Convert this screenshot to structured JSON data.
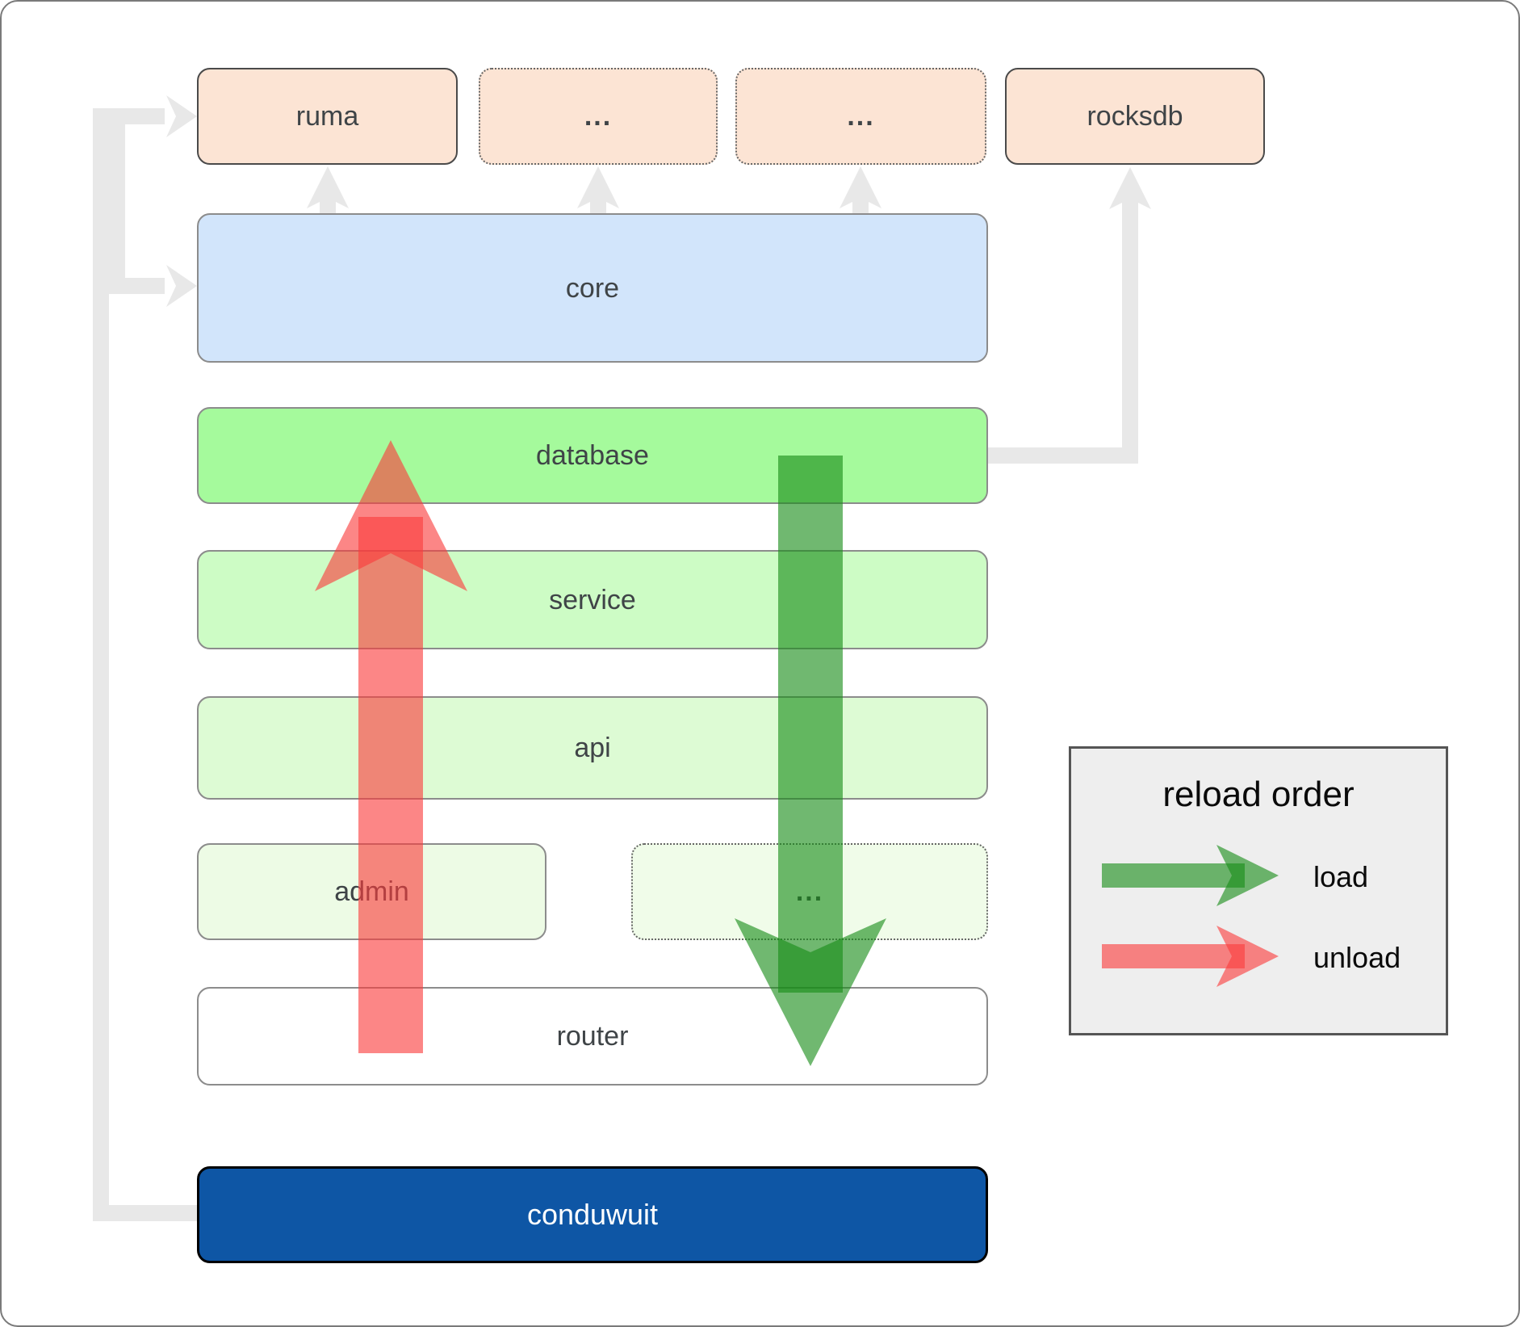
{
  "boxes": {
    "ruma": {
      "label": "ruma"
    },
    "dots1": {
      "label": "..."
    },
    "dots2": {
      "label": "..."
    },
    "rocksdb": {
      "label": "rocksdb"
    },
    "core": {
      "label": "core"
    },
    "database": {
      "label": "database"
    },
    "service": {
      "label": "service"
    },
    "api": {
      "label": "api"
    },
    "admin": {
      "label": "admin"
    },
    "dots3": {
      "label": "..."
    },
    "router": {
      "label": "router"
    },
    "conduwuit": {
      "label": "conduwuit"
    }
  },
  "legend": {
    "title": "reload order",
    "load_label": "load",
    "unload_label": "unload"
  },
  "colors": {
    "load_arrow": "#198c19",
    "unload_arrow": "#fa3c3c",
    "connector": "#e8e8e8",
    "label_text": "#3f4447",
    "node_peach": "#fce4d4",
    "node_blue": "#d2e5fb",
    "node_green": "#a5fa9c",
    "node_green_light": "#cdfcc5",
    "node_green_lighter": "#ddfbd4",
    "node_green_faint": "#edfbe5",
    "node_green_faintest": "#f0fce9",
    "node_white": "#ffffff",
    "node_navy": "#0e56a5"
  }
}
